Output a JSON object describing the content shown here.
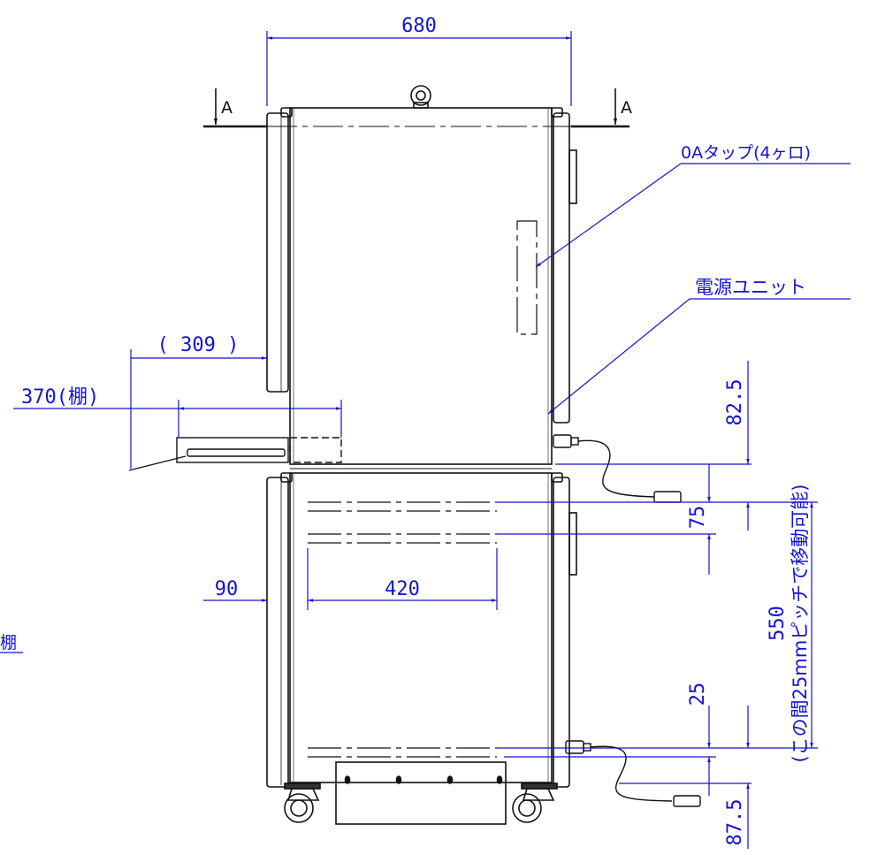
{
  "section_marks": {
    "left": "A",
    "right": "A"
  },
  "dimensions": {
    "overall_width": "680",
    "shelf_depth_ref": "( 309 )",
    "shelf_depth": "370(棚)",
    "gap_left": "90",
    "rail_length": "420",
    "top_offset": "82.5",
    "rail_pitch": "75",
    "bottom_offset": "25",
    "bottom_clearance": "87.5",
    "adjust_range": "550",
    "adjust_note": "(この間25mmピッチで移動可能)"
  },
  "callouts": {
    "oa_tap": "0Aタップ(4ヶロ)",
    "power_unit": "電源ユニット",
    "shelf": "棚"
  },
  "colors": {
    "dimension": "#1414c8",
    "body": "#111111"
  }
}
